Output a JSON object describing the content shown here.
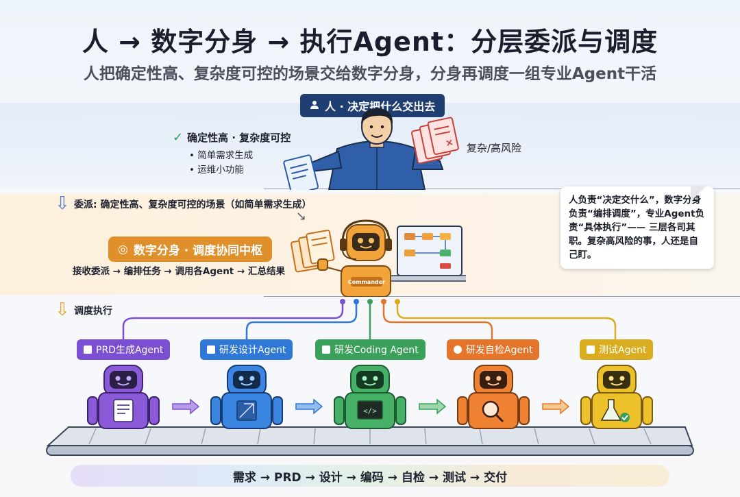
{
  "title": "人 → 数字分身 → 执行Agent：分层委派与调度",
  "subtitle": "人把确定性高、复杂度可控的场景交给数字分身，分身再调度一组专业Agent干活",
  "human": {
    "label": "人 · 决定把什么交出去",
    "good_heading": "确定性高 · 复杂度可控",
    "good_items": [
      "• 简单需求生成",
      "• 运维小功能"
    ],
    "risk_label": "复杂/高风险"
  },
  "delegate_text": "委派: 确定性高、复杂度可控的场景（如简单需求生成）",
  "twin": {
    "label": "数字分身 · 调度协同中枢",
    "flow": "接收委派 → 编排任务 → 调用各Agent → 汇总结果",
    "badge": "Commander"
  },
  "note": "人负责“决定交什么”，数字分身负责“编排调度”，专业Agent负责“具体执行”—— 三层各司其职。复杂高风险的事，人还是自己盯。",
  "schedule_text": "调度执行",
  "agents": [
    {
      "label": "PRD生成Agent",
      "color": "#7a4fd1"
    },
    {
      "label": "研发设计Agent",
      "color": "#2f78d6"
    },
    {
      "label": "研发Coding Agent",
      "color": "#3aa05a"
    },
    {
      "label": "研发自检Agent",
      "color": "#e3742a"
    },
    {
      "label": "测试Agent",
      "color": "#d9ad1f"
    }
  ],
  "pipeline": "需求 → PRD → 设计 → 编码 → 自检 → 测试 → 交付"
}
